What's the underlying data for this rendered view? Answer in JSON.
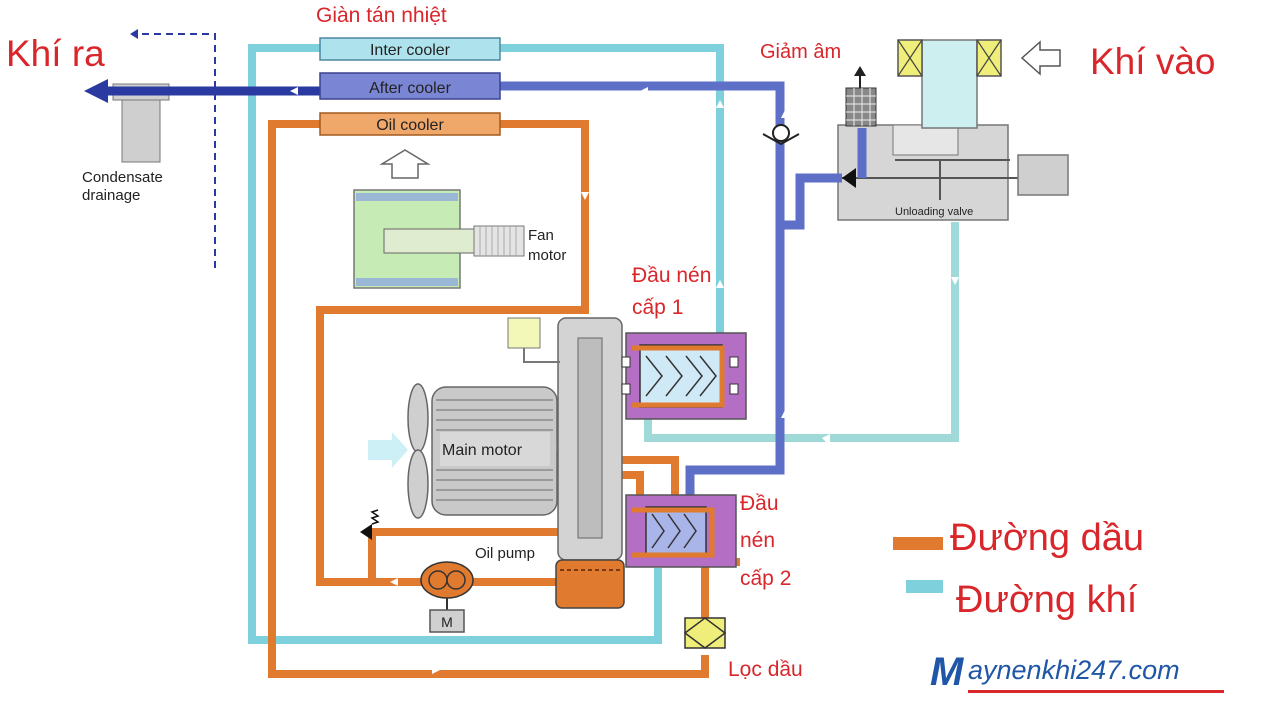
{
  "labels": {
    "radiator": "Giàn tán nhiệt",
    "air_out": "Khí ra",
    "air_in": "Khí vào",
    "silencer": "Giảm âm",
    "inter_cooler": "Inter cooler",
    "after_cooler": "After cooler",
    "oil_cooler": "Oil cooler",
    "condensate_line1": "Condensate",
    "condensate_line2": "drainage",
    "fan_motor_line1": "Fan",
    "fan_motor_line2": "motor",
    "stage1_line1": "Đầu nén",
    "stage1_line2": "cấp 1",
    "stage2_line1": "Đầu",
    "stage2_line2": "nén",
    "stage2_line3": "cấp 2",
    "unloading_valve": "Unloading valve",
    "main_motor": "Main motor",
    "oil_pump": "Oil pump",
    "pump_motor": "M",
    "oil_filter": "Lọc dầu",
    "logo_initial": "M",
    "logo_rest": "aynenkhi247.com"
  },
  "legend": [
    {
      "label": "Đường dầu",
      "color": "#e07a2e"
    },
    {
      "label": "Đường khí",
      "color": "#7fd0dd"
    }
  ],
  "colors": {
    "oil_line": "#e07a2e",
    "air_line": "#7fd0dd",
    "discharge_line": "#5d6fc6",
    "label_red": "#d9262b",
    "logo_blue": "#1f56a6"
  }
}
